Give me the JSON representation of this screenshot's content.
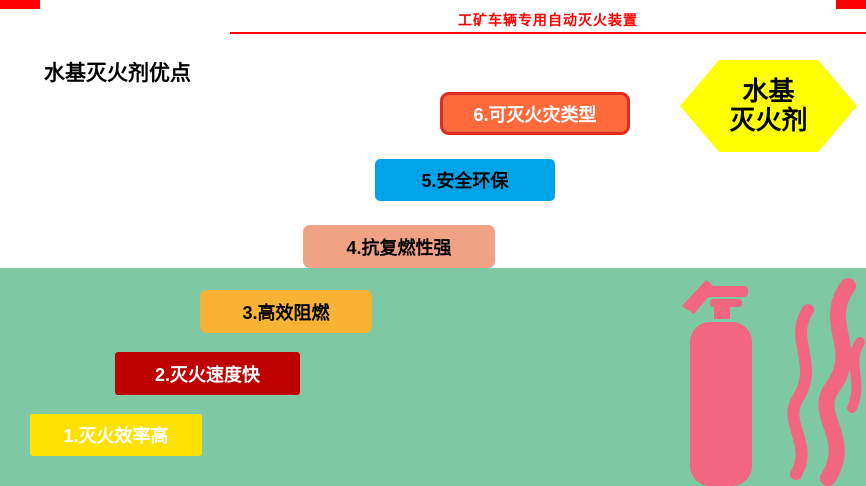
{
  "colors": {
    "accent_red": "#FF0000",
    "green_band": "#7EC9A3",
    "pink": "#F2677F",
    "hexagon_bg": "#FFFF00"
  },
  "header": {
    "title": "工矿车辆专用自动灭火装置"
  },
  "heading": "水基灭火剂优点",
  "hexagon": {
    "line1": "水基",
    "line2": "灭火剂"
  },
  "steps": [
    {
      "label": "1.灭火效率高",
      "bg": "#FFE100",
      "text_color": "#FFFFFF"
    },
    {
      "label": "2.灭火速度快",
      "bg": "#BE0000",
      "text_color": "#FFFFFF"
    },
    {
      "label": "3.高效阻燃",
      "bg": "#F8B234",
      "text_color": "#000000"
    },
    {
      "label": "4.抗复燃性强",
      "bg": "#F2A284",
      "text_color": "#000000"
    },
    {
      "label": "5.安全环保",
      "bg": "#00A2E8",
      "text_color": "#000000"
    },
    {
      "label": "6.可灭火灾类型",
      "bg": "#FF6A3D",
      "border_color": "#E02B20",
      "text_color": "#FFFFFF"
    }
  ]
}
